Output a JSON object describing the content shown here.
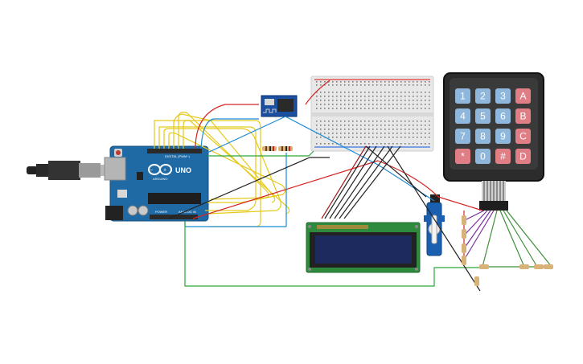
{
  "arduino": {
    "model": "UNO",
    "header_label": "DIGITAL (PWM~)",
    "brand_text": "ARDUINO",
    "power_label": "POWER",
    "analog_label": "ANALOG IN"
  },
  "keypad": {
    "keys": [
      [
        "1",
        "2",
        "3",
        "A"
      ],
      [
        "4",
        "5",
        "6",
        "B"
      ],
      [
        "7",
        "8",
        "9",
        "C"
      ],
      [
        "*",
        "0",
        "#",
        "D"
      ]
    ],
    "colors": {
      "digit": "#8fb7dc",
      "letter": "#e07e85",
      "body": "#2c2c2c"
    }
  },
  "colors": {
    "board": "#1f6aa5",
    "lcd_pcb": "#2e8b3e",
    "lcd_screen": "#1d2a5e",
    "breadboard": "#e8e8e8",
    "wire_yellow": "#e5c91a",
    "wire_red": "#d42424",
    "wire_blue": "#1a8ad4",
    "wire_black": "#222222",
    "wire_green": "#2aa838",
    "wire_purple": "#7a2f9c",
    "wire_dark_green": "#3f8f3a"
  }
}
